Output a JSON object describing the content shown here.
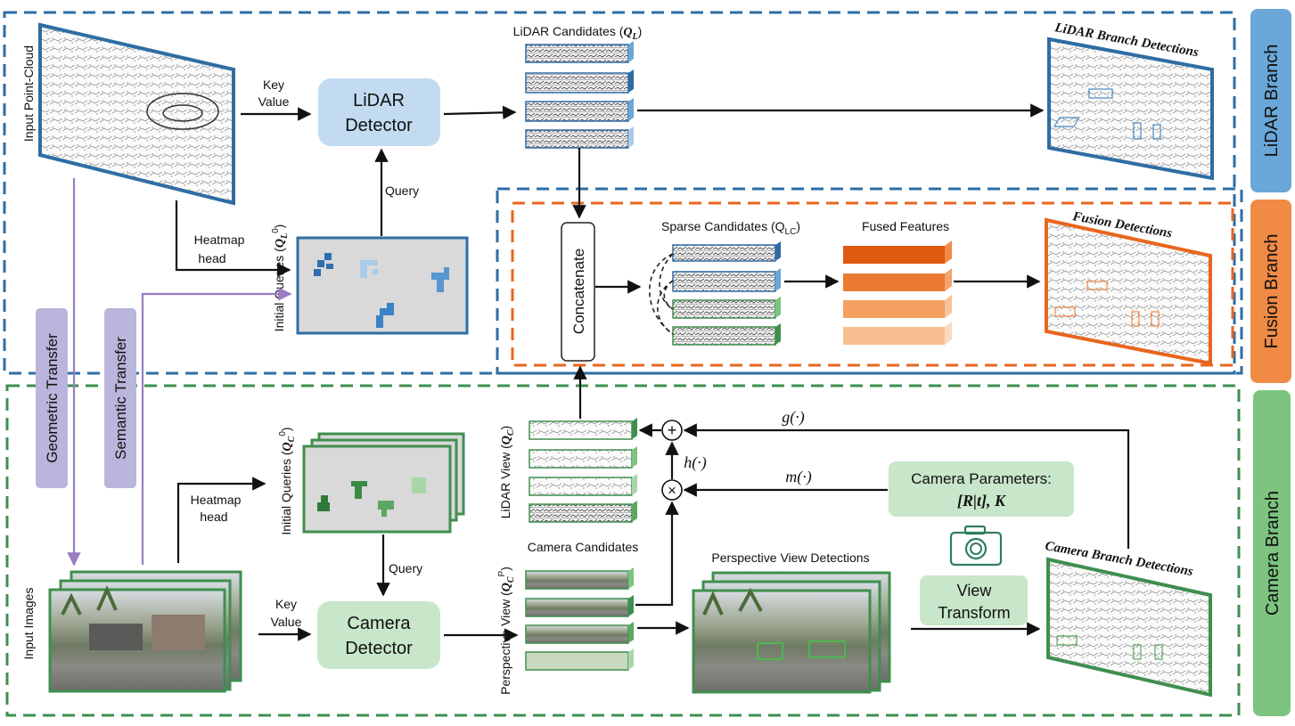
{
  "branches": {
    "lidar": "LiDAR Branch",
    "fusion": "Fusion Branch",
    "camera": "Camera Branch"
  },
  "lidar_section": {
    "input_label": "Input Point-Cloud",
    "key_value_1": "Key",
    "key_value_2": "Value",
    "detector_1": "LiDAR",
    "detector_2": "Detector",
    "query": "Query",
    "heatmap_1": "Heatmap",
    "heatmap_2": "head",
    "initial_queries": "Initial Queries (",
    "initial_queries_sym": "Q",
    "initial_queries_sub": "L",
    "initial_queries_sup": "0",
    "candidates": "LiDAR Candidates (",
    "candidates_sym": "Q",
    "candidates_sub": "L",
    "detections": "LiDAR Branch Detections"
  },
  "fusion_section": {
    "concatenate": "Concatenate",
    "sparse": "Sparse Candidates (Q",
    "sparse_sub": "LC",
    "fused": "Fused Features",
    "detections": "Fusion Detections"
  },
  "transfer": {
    "geometric": "Geometric Transfer",
    "semantic": "Semantic Transfer"
  },
  "camera_section": {
    "input_label": "Input Images",
    "key_value_1": "Key",
    "key_value_2": "Value",
    "detector_1": "Camera",
    "detector_2": "Detector",
    "query": "Query",
    "heatmap_1": "Heatmap",
    "heatmap_2": "head",
    "initial_queries": "Initial Queries (",
    "initial_queries_sym": "Q",
    "initial_queries_sub": "C",
    "initial_queries_sup": "0",
    "lidar_view": "LiDAR View (",
    "lidar_view_sym": "Q",
    "lidar_view_sub": "C",
    "perspective_view": "Perspective View (",
    "perspective_view_sym": "Q",
    "perspective_view_sub": "C",
    "perspective_view_sup": "P",
    "candidates": "Camera Candidates",
    "pv_detections": "Perspective View Detections",
    "params_1": "Camera Parameters:",
    "params_2": "[R|t], K",
    "view_transform_1": "View",
    "view_transform_2": "Transform",
    "detections": "Camera Branch Detections",
    "g": "g(·)",
    "h": "h(·)",
    "m": "m(·)",
    "plus": "+",
    "times": "×"
  },
  "colors": {
    "lidar_blue": "#2e6da4",
    "fusion_orange": "#e8661e",
    "camera_green": "#3f8f4f",
    "lidar_tab": "#6aa7d8",
    "fusion_tab": "#f08a45",
    "camera_tab": "#7cc47f",
    "transfer_purple": "#9b7cc0"
  }
}
